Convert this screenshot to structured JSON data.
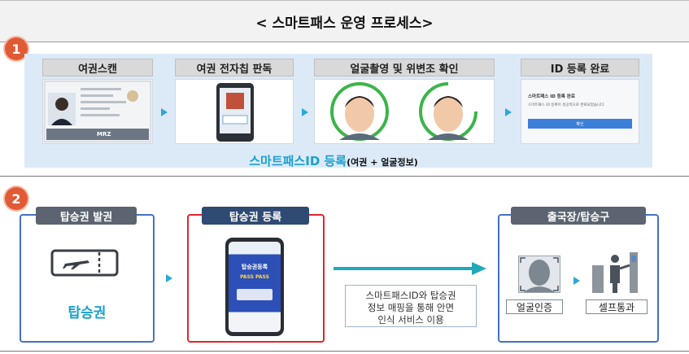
{
  "header": {
    "title": "< 스마트패스 운영 프로세스>"
  },
  "section1": {
    "number": "1",
    "steps": [
      {
        "label": "여권스캔"
      },
      {
        "label": "여권 전자칩 판독"
      },
      {
        "label": "얼굴촬영 및 위변조 확인"
      },
      {
        "label": "ID 등록 완료"
      }
    ],
    "passport_mrz": "MRZ",
    "id_complete_screen": {
      "title": "스마트패스 ID 등록 완료",
      "message": "스마트패스 ID 등록이 성공적으로 완료되었습니다.",
      "button": "확인"
    },
    "registration_main": "스마트패스ID 등록",
    "registration_sub": "(여권 + 얼굴정보)"
  },
  "section2": {
    "number": "2",
    "boarding_issue": {
      "label": "탑승권 발권",
      "caption": "탑승권"
    },
    "boarding_register": {
      "label": "탑승권 등록",
      "phone_screen_title": "탑승권등록",
      "phone_screen_sub": "PASS PASS"
    },
    "mapping_info": {
      "lines": [
        "스마트패스ID와 탑승권",
        "정보 매핑을 통해 안면",
        "인식 서비스 이용"
      ]
    },
    "departure": {
      "label": "출국장/탑승구",
      "face_auth": "얼굴인증",
      "self_pass": "셀프통과"
    }
  },
  "colors": {
    "accent_blue": "#1ba0cf",
    "arrow_teal": "#1fa9b9",
    "number_badge": "#e05a35",
    "tab_dark": "#44546a",
    "highlight_red": "#e0262e",
    "box_blue": "#4472c4",
    "face_ring_green": "#3cb44a"
  }
}
